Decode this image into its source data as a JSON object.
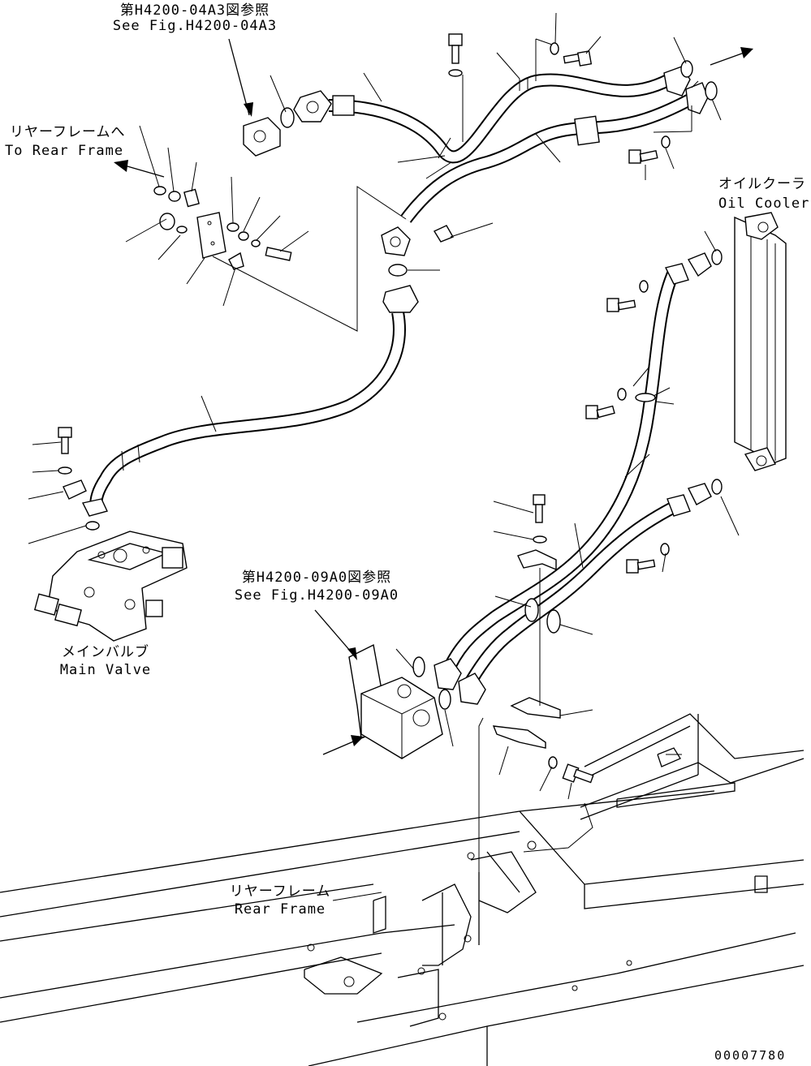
{
  "labels": {
    "ref_top_jp": "第H4200-04A3図参照",
    "ref_top_en": "See Fig.H4200-04A3",
    "rear_frame_to_jp": "リヤーフレームへ",
    "rear_frame_to_en": "To Rear Frame",
    "oil_cooler_jp": "オイルクーラ",
    "oil_cooler_en": "Oil Cooler",
    "main_valve_jp": "メインバルブ",
    "main_valve_en": "Main Valve",
    "ref_mid_jp": "第H4200-09A0図参照",
    "ref_mid_en": "See Fig.H4200-09A0",
    "rear_frame_jp": "リヤーフレーム",
    "rear_frame_en": "Rear Frame",
    "drawing_number": "00007780"
  }
}
